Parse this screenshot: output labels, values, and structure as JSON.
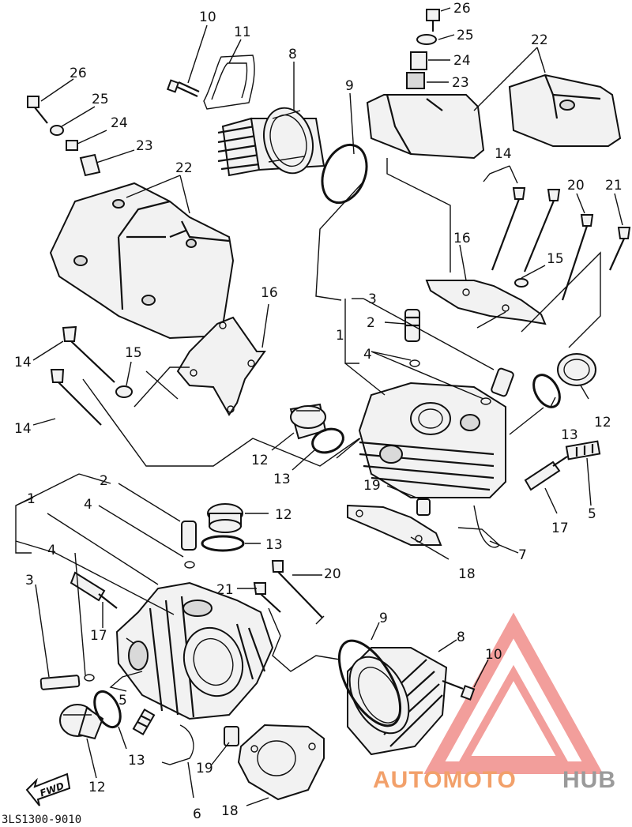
{
  "diagram": {
    "code": "3LS1300-9010",
    "fwd_marker": "FWD",
    "labels": {
      "l1_tr": "1",
      "l2_tr": "2",
      "l3_tr": "3",
      "l4_tr": "4",
      "l5_tr": "5",
      "l7_tr": "7",
      "l8_top": "8",
      "l9_top": "9",
      "l10_top": "10",
      "l11_top": "11",
      "l12_trr": "12",
      "l12_trl": "12",
      "l13_trr": "13",
      "l13_trl": "13",
      "l14_trA": "14",
      "l15_tr": "15",
      "l16_tr": "16",
      "l17_tr": "17",
      "l18_tr": "18",
      "l19_tr": "19",
      "l20_tr": "20",
      "l21_tr": "21",
      "l22_tr": "22",
      "l23_tr": "23",
      "l24_tr": "24",
      "l25_tr": "25",
      "l26_tr": "26",
      "l22_tl": "22",
      "l23_tl": "23",
      "l24_tl": "24",
      "l25_tl": "25",
      "l26_tl": "26",
      "l14_la": "14",
      "l14_lb": "14",
      "l15_l": "15",
      "l16_l": "16",
      "l1_b": "1",
      "l2_b": "2",
      "l3_b": "3",
      "l4_ba": "4",
      "l4_bb": "4",
      "l5_b": "5",
      "l6_b": "6",
      "l8_b": "8",
      "l9_b": "9",
      "l10_b": "10",
      "l12_ba": "12",
      "l12_bb": "12",
      "l13_ba": "13",
      "l13_bb": "13",
      "l17_b": "17",
      "l18_b": "18",
      "l19_b": "19",
      "l20_b": "20",
      "l21_b": "21"
    },
    "watermark": {
      "part1": "AUTOMOTO",
      "part2": "HUB",
      "color1": "#f2a06a",
      "color2": "#9a9a9a",
      "logo_color": "#e8504a"
    }
  }
}
